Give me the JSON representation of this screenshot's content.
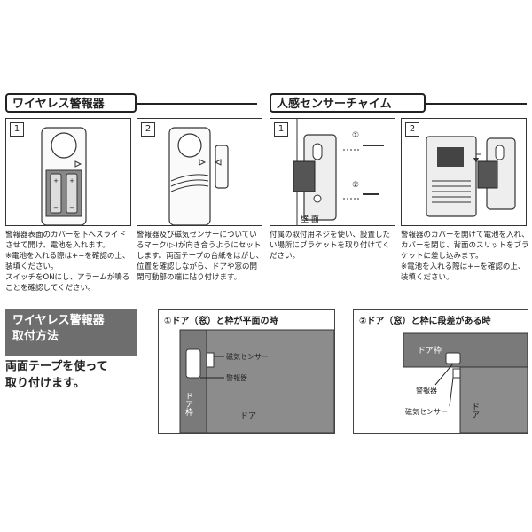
{
  "left_section": {
    "header": "ワイヤレス警報器",
    "panel1": {
      "number": "1",
      "caption": "警報器表面のカバーを下へスライドさせて開け、電池を入れます。\n※電池を入れる際は+−を確認の上、装填ください。\nスイッチをONにし、アラームが鳴ることを確認してください。"
    },
    "panel2": {
      "number": "2",
      "caption": "警報器及び磁気センサーについているマーク(▷)が向き合うようにセットします。両面テープの台紙をはがし、位置を確認しながら、ドアや窓の開閉可動部の端に貼り付けます。"
    }
  },
  "right_section": {
    "header": "人感センサーチャイム",
    "panel1": {
      "number": "1",
      "marker_a": "①",
      "marker_b": "②",
      "wall_label": "壁 面",
      "caption": "付属の取付用ネジを使い、設置したい場所にブラケットを取り付けてください。"
    },
    "panel2": {
      "number": "2",
      "caption": "警報器のカバーを開けて電池を入れ、カバーを閉じ、背面のスリットをブラケットに差し込みます。\n※電池を入れる際は+−を確認の上、装填ください。"
    }
  },
  "install_method": {
    "header": "ワイヤレス警報器\n取付方法",
    "body": "両面テープを使って\n取り付けます。"
  },
  "diagram1": {
    "title": "①ドア（窓）と枠が平面の時",
    "sensor_label": "磁気センサー",
    "alarm_label": "警報器",
    "frame_label": "ドア枠",
    "door_label": "ドア"
  },
  "diagram2": {
    "title": "②ドア（窓）と枠に段差がある時",
    "frame_label": "ドア枠",
    "alarm_label": "警報器",
    "sensor_label": "磁気センサー",
    "door_label": "ドア"
  }
}
